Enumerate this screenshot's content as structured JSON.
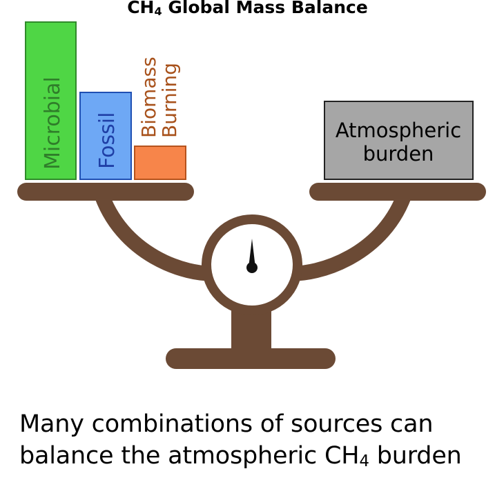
{
  "title": {
    "prefix": "CH",
    "subscript": "4",
    "suffix": " Global Mass Balance"
  },
  "sources": [
    {
      "label": "Microbial",
      "fill": "#4fd645",
      "stroke": "#2f8a2a",
      "text_color": "#2f7d2a"
    },
    {
      "label": "Fossil",
      "fill": "#6ea8f5",
      "stroke": "#1f4fb3",
      "text_color": "#1f3fa6"
    },
    {
      "label_line1": "Biomass",
      "label_line2": "Burning",
      "fill": "#f7854a",
      "stroke": "#b5521c",
      "text_color": "#a8521c"
    }
  ],
  "burden": {
    "label_line1": "Atmospheric",
    "label_line2": "burden",
    "fill": "#a6a6a6",
    "stroke": "#222222",
    "text_color": "#000000"
  },
  "scale": {
    "color": "#6b4a35",
    "needle_color": "#111111"
  },
  "caption": {
    "line1": "Many combinations of sources can",
    "line2_prefix": "balance the atmospheric CH",
    "line2_subscript": "4",
    "line2_suffix": " burden"
  }
}
